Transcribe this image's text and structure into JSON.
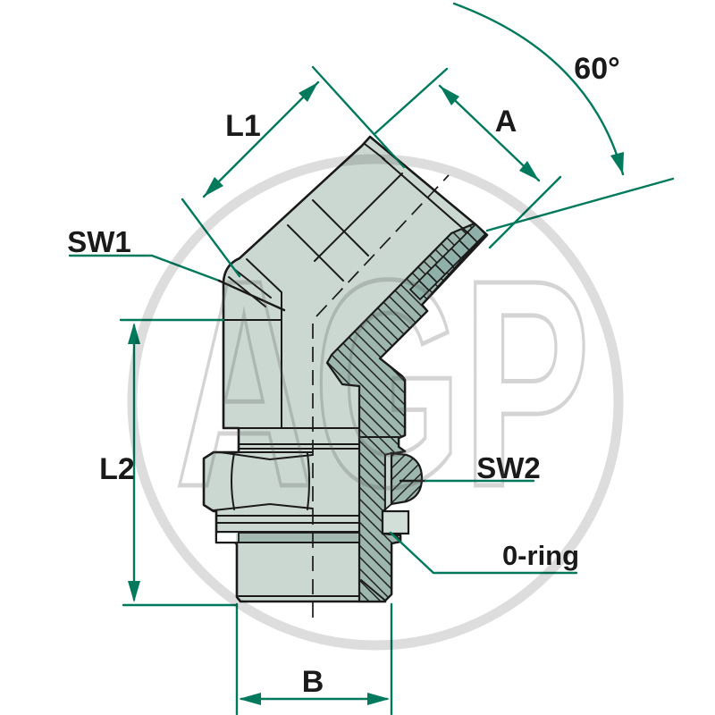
{
  "diagram": {
    "title": "45-degree adjustable stud elbow fitting technical drawing",
    "watermark_text": "AGP",
    "labels": {
      "l1": "L1",
      "a": "A",
      "angle": "60°",
      "sw1": "SW1",
      "l2": "L2",
      "sw2": "SW2",
      "oring": "0-ring",
      "b": "B"
    },
    "colors": {
      "background": "#ffffff",
      "outline": "#1a1a1a",
      "body_fill": "#cbd8d2",
      "section_fill": "#9db7af",
      "thread_fill": "#8fb0a8",
      "recess_fill": "#a2b8b1",
      "dimension_green": "#00795c",
      "watermark_gray": "#d9d9d9"
    }
  }
}
